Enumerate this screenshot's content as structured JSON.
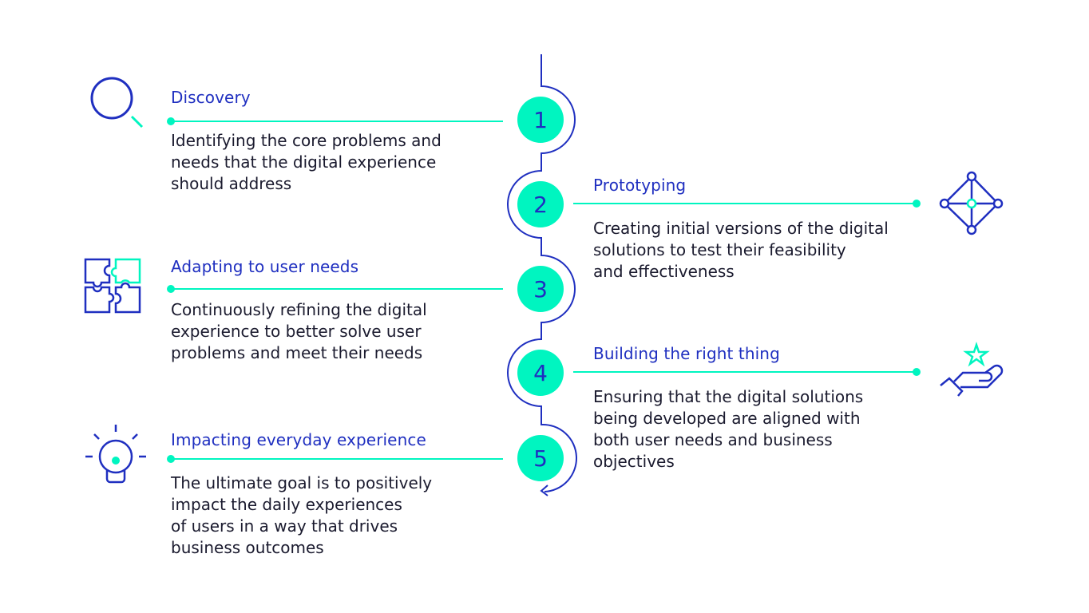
{
  "colors": {
    "accent": "#00f5c0",
    "primary": "#1f2fc0",
    "text": "#1a1a2e"
  },
  "steps": [
    {
      "number": "1",
      "title": "Discovery",
      "description": "Identifying the core problems and\nneeds that the digital experience\nshould address",
      "icon": "magnifier-icon"
    },
    {
      "number": "2",
      "title": "Prototyping",
      "description": "Creating initial versions of the digital\nsolutions to test their feasibility\nand effectiveness",
      "icon": "network-diamond-icon"
    },
    {
      "number": "3",
      "title": "Adapting to user needs",
      "description": "Continuously refining the digital\nexperience to better solve user\nproblems and meet their needs",
      "icon": "puzzle-icon"
    },
    {
      "number": "4",
      "title": "Building the right thing",
      "description": "Ensuring that the digital solutions\nbeing developed are aligned with\nboth user needs and business\nobjectives",
      "icon": "hand-star-icon"
    },
    {
      "number": "5",
      "title": "Impacting everyday experience",
      "description": "The ultimate goal is to positively\nimpact the daily experiences\nof users in a way that drives\nbusiness outcomes",
      "icon": "lightbulb-icon"
    }
  ]
}
